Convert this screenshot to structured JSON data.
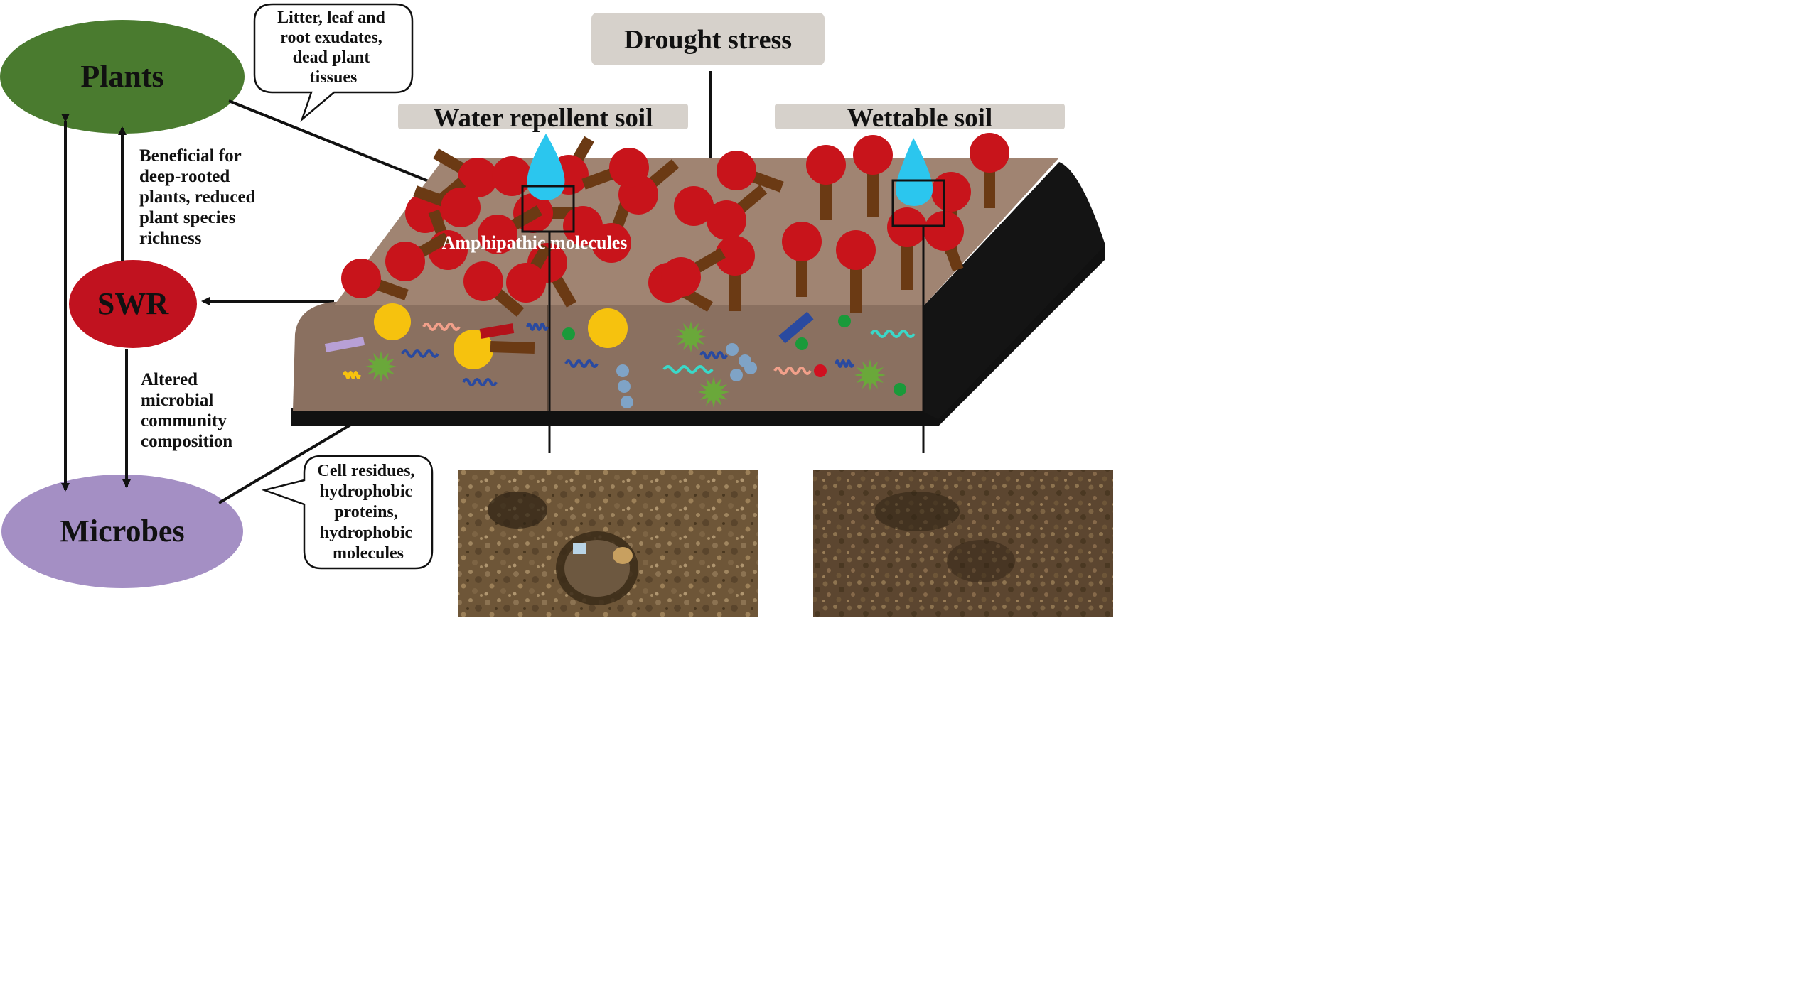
{
  "nodes": {
    "plants": "Plants",
    "swr": "SWR",
    "microbes": "Microbes"
  },
  "edge_labels": {
    "swr_to_plants": [
      "Beneficial for",
      "deep-rooted",
      "plants, reduced",
      "plant species",
      "richness"
    ],
    "swr_to_microbes": [
      "Altered",
      "microbial",
      "community",
      "composition"
    ]
  },
  "callouts": {
    "plant_inputs": [
      "Litter, leaf and",
      "root exudates,",
      "dead plant",
      "tissues"
    ],
    "microbe_inputs": [
      "Cell residues,",
      "hydrophobic",
      "proteins,",
      "hydrophobic",
      "molecules"
    ]
  },
  "headers": {
    "drought": "Drought stress",
    "repellent": "Water repellent soil",
    "wettable": "Wettable soil"
  },
  "soil": {
    "molecules_label": "Amphipathic molecules"
  },
  "colors": {
    "plants_node": "#4a7b2f",
    "swr_node": "#c1121f",
    "microbes_node": "#a48fc4",
    "soil_top": "#a08472",
    "soil_side": "#8a7060",
    "soil_base": "#111111",
    "molecule_head": "#c8141b",
    "molecule_tail": "#6b3a14",
    "droplet": "#2bc6ee",
    "header_pill": "#d6d1cb"
  },
  "photos": {
    "repellent_photo": "water-droplet-on-soil-photo",
    "wettable_photo": "wetted-soil-photo"
  }
}
